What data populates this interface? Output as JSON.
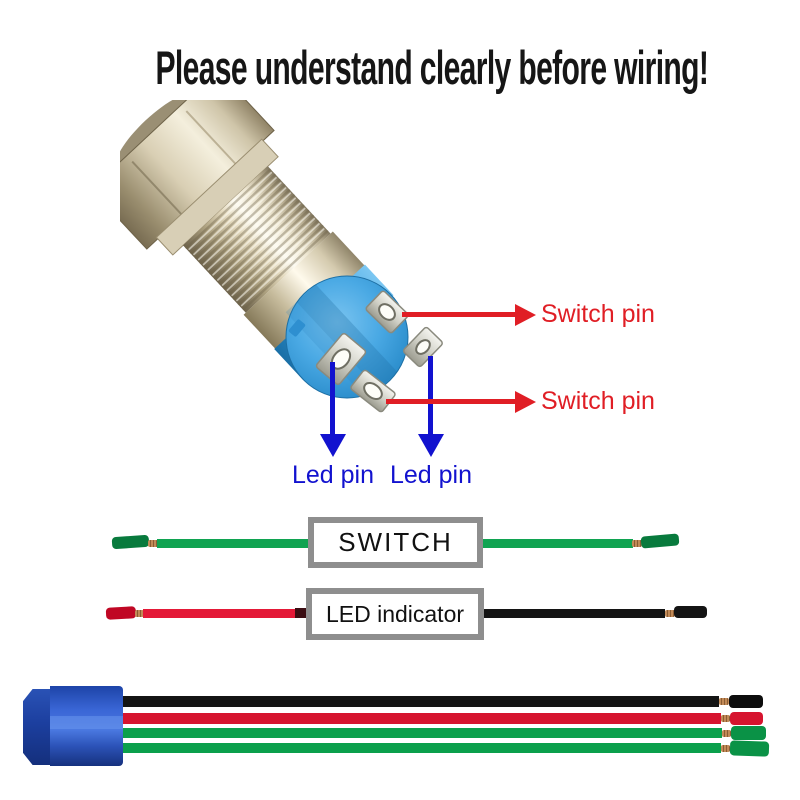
{
  "title": "Please understand clearly before wiring!",
  "labels": {
    "switch_pins": [
      "Switch pin",
      "Switch pin"
    ],
    "led_pins": [
      "Led pin",
      "Led pin"
    ]
  },
  "legend": {
    "switch_label": "SWITCH",
    "led_label": "LED indicator"
  },
  "colors": {
    "title_text": "#161616",
    "red_annotation": "#e01e25",
    "blue_annotation": "#1212cf",
    "green_wire": "#10a351",
    "green_wire_tip": "#087a3d",
    "red_wire": "#e41937",
    "red_wire_tip": "#c00724",
    "black_wire": "#141414",
    "copper": "#c28a57",
    "box_border": "#8e8e8e",
    "connector_blue": "#2b57c8",
    "bottom_red_wire": "#d6142f",
    "bottom_green_wire": "#0ba04c"
  }
}
